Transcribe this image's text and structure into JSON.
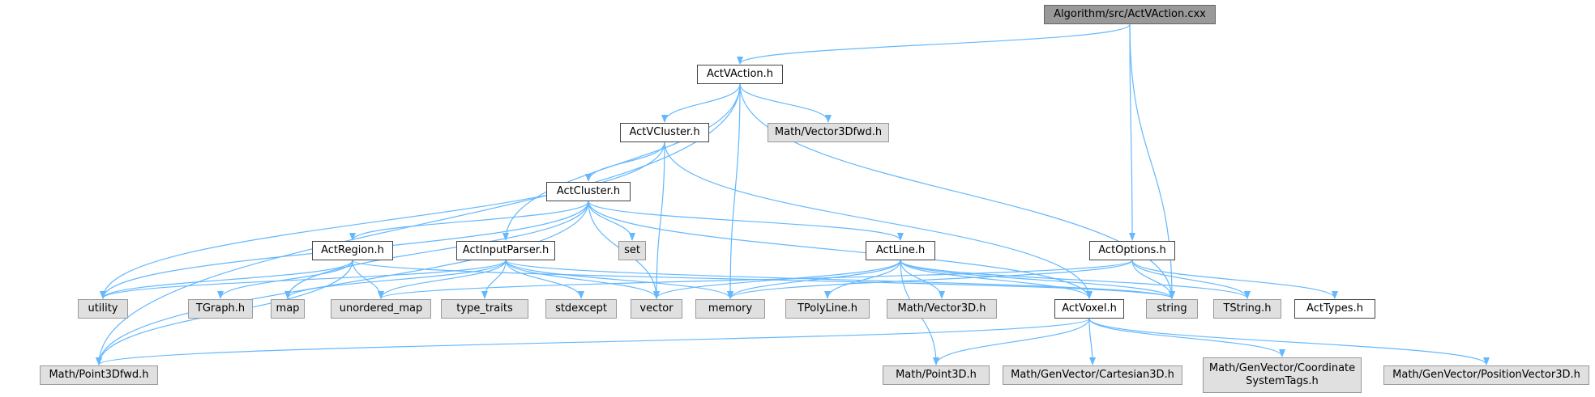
{
  "colors": {
    "edge": "#63b8ff",
    "root_fill": "#999999",
    "system_fill": "#e0e0e0",
    "local_fill": "#ffffff",
    "border": "#666666"
  },
  "nodes": {
    "actvaction_cxx": {
      "label": "Algorithm/src/ActVAction.cxx",
      "kind": "root"
    },
    "actvaction_h": {
      "label": "ActVAction.h",
      "kind": "local"
    },
    "actoptions_h": {
      "label": "ActOptions.h",
      "kind": "local"
    },
    "actvcluster_h": {
      "label": "ActVCluster.h",
      "kind": "local"
    },
    "math_vector3dfwd_h": {
      "label": "Math/Vector3Dfwd.h",
      "kind": "system"
    },
    "actcluster_h": {
      "label": "ActCluster.h",
      "kind": "local"
    },
    "set": {
      "label": "set",
      "kind": "system"
    },
    "actregion_h": {
      "label": "ActRegion.h",
      "kind": "local"
    },
    "actinputparser_h": {
      "label": "ActInputParser.h",
      "kind": "local"
    },
    "actline_h": {
      "label": "ActLine.h",
      "kind": "local"
    },
    "utility": {
      "label": "utility",
      "kind": "system"
    },
    "tgraph_h": {
      "label": "TGraph.h",
      "kind": "system"
    },
    "map": {
      "label": "map",
      "kind": "system"
    },
    "unordered_map": {
      "label": "unordered_map",
      "kind": "system"
    },
    "type_traits": {
      "label": "type_traits",
      "kind": "system"
    },
    "stdexcept": {
      "label": "stdexcept",
      "kind": "system"
    },
    "vector": {
      "label": "vector",
      "kind": "system"
    },
    "memory": {
      "label": "memory",
      "kind": "system"
    },
    "tpolyline_h": {
      "label": "TPolyLine.h",
      "kind": "system"
    },
    "math_vector3d_h": {
      "label": "Math/Vector3D.h",
      "kind": "system"
    },
    "actvoxel_h": {
      "label": "ActVoxel.h",
      "kind": "local"
    },
    "string": {
      "label": "string",
      "kind": "system"
    },
    "tstring_h": {
      "label": "TString.h",
      "kind": "system"
    },
    "acttypes_h": {
      "label": "ActTypes.h",
      "kind": "local"
    },
    "math_point3dfwd_h": {
      "label": "Math/Point3Dfwd.h",
      "kind": "system"
    },
    "math_point3d_h": {
      "label": "Math/Point3D.h",
      "kind": "system"
    },
    "math_genvector_cartesian3d_h": {
      "label": "Math/GenVector/Cartesian3D.h",
      "kind": "system"
    },
    "math_genvector_coordinatesystemtags_h": {
      "label": "Math/GenVector/Coordinate\nSystemTags.h",
      "kind": "system"
    },
    "math_genvector_positionvector3d_h": {
      "label": "Math/GenVector/PositionVector3D.h",
      "kind": "system"
    }
  },
  "edges": [
    [
      "actvaction_cxx",
      "actvaction_h"
    ],
    [
      "actvaction_cxx",
      "actoptions_h"
    ],
    [
      "actvaction_cxx",
      "string"
    ],
    [
      "actvaction_h",
      "actvcluster_h"
    ],
    [
      "actvaction_h",
      "math_vector3dfwd_h"
    ],
    [
      "actvaction_h",
      "actinputparser_h"
    ],
    [
      "actvaction_h",
      "memory"
    ],
    [
      "actvaction_h",
      "string"
    ],
    [
      "actvaction_h",
      "math_point3dfwd_h"
    ],
    [
      "actvcluster_h",
      "actcluster_h"
    ],
    [
      "actvcluster_h",
      "utility"
    ],
    [
      "actvcluster_h",
      "vector"
    ],
    [
      "actvcluster_h",
      "actvoxel_h"
    ],
    [
      "actcluster_h",
      "set"
    ],
    [
      "actcluster_h",
      "actregion_h"
    ],
    [
      "actcluster_h",
      "actline_h"
    ],
    [
      "actcluster_h",
      "utility"
    ],
    [
      "actcluster_h",
      "map"
    ],
    [
      "actcluster_h",
      "vector"
    ],
    [
      "actcluster_h",
      "actvoxel_h"
    ],
    [
      "actcluster_h",
      "math_point3dfwd_h"
    ],
    [
      "actregion_h",
      "utility"
    ],
    [
      "actregion_h",
      "tgraph_h"
    ],
    [
      "actregion_h",
      "unordered_map"
    ],
    [
      "actregion_h",
      "math_point3dfwd_h"
    ],
    [
      "actregion_h",
      "string"
    ],
    [
      "actinputparser_h",
      "map"
    ],
    [
      "actinputparser_h",
      "unordered_map"
    ],
    [
      "actinputparser_h",
      "type_traits"
    ],
    [
      "actinputparser_h",
      "stdexcept"
    ],
    [
      "actinputparser_h",
      "vector"
    ],
    [
      "actinputparser_h",
      "memory"
    ],
    [
      "actinputparser_h",
      "string"
    ],
    [
      "actinputparser_h",
      "utility"
    ],
    [
      "actline_h",
      "vector"
    ],
    [
      "actline_h",
      "memory"
    ],
    [
      "actline_h",
      "tpolyline_h"
    ],
    [
      "actline_h",
      "math_vector3d_h"
    ],
    [
      "actline_h",
      "actvoxel_h"
    ],
    [
      "actline_h",
      "string"
    ],
    [
      "actline_h",
      "tstring_h"
    ],
    [
      "actline_h",
      "math_point3d_h"
    ],
    [
      "actoptions_h",
      "string"
    ],
    [
      "actoptions_h",
      "tstring_h"
    ],
    [
      "actoptions_h",
      "acttypes_h"
    ],
    [
      "actoptions_h",
      "memory"
    ],
    [
      "actoptions_h",
      "unordered_map"
    ],
    [
      "actvoxel_h",
      "math_point3dfwd_h"
    ],
    [
      "actvoxel_h",
      "math_point3d_h"
    ],
    [
      "actvoxel_h",
      "math_genvector_cartesian3d_h"
    ],
    [
      "actvoxel_h",
      "math_genvector_coordinatesystemtags_h"
    ],
    [
      "actvoxel_h",
      "math_genvector_positionvector3d_h"
    ]
  ]
}
